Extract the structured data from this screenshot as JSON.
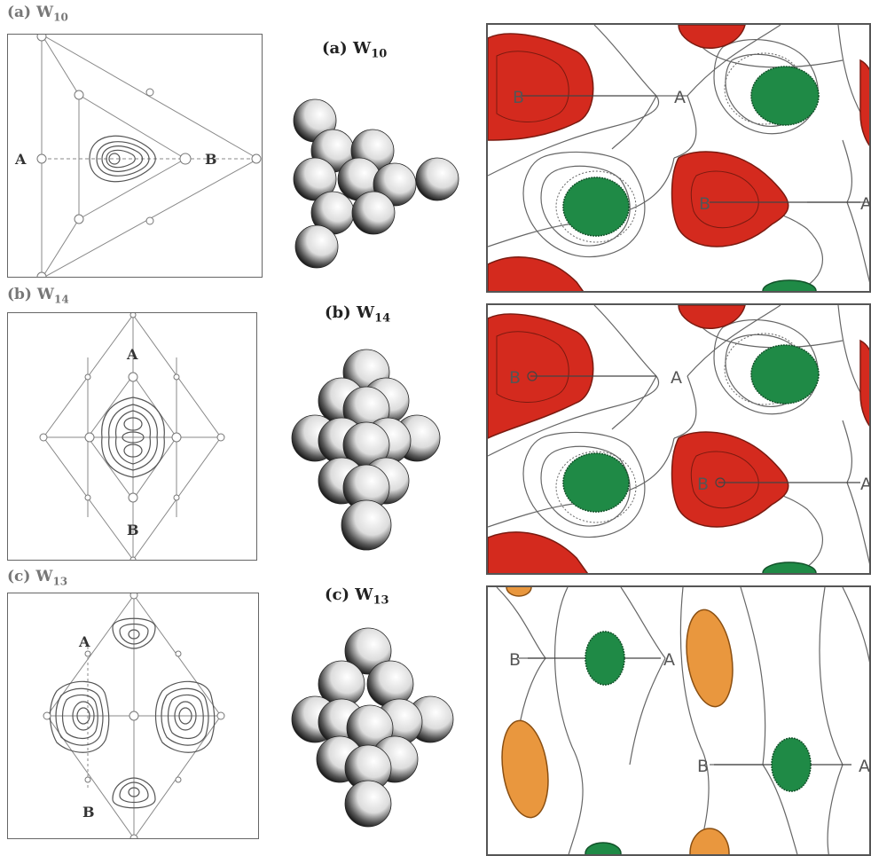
{
  "rows": [
    {
      "panel_label": "(a) W",
      "panel_sub": "10",
      "cluster_label": "(a) W",
      "cluster_sub": "10",
      "point_a": "A",
      "point_b": "B",
      "right_a1": "A",
      "right_b1": "B",
      "right_a2": "A",
      "right_b2": "B"
    },
    {
      "panel_label": "(b) W",
      "panel_sub": "14",
      "cluster_label": "(b) W",
      "cluster_sub": "14",
      "point_a": "A",
      "point_b": "B",
      "right_a1": "A",
      "right_b1": "B",
      "right_a2": "A",
      "right_b2": "B"
    },
    {
      "panel_label": "(c) W",
      "panel_sub": "13",
      "cluster_label": "(c) W",
      "cluster_sub": "13",
      "point_a": "A",
      "point_b": "B",
      "right_a1": "A",
      "right_b1": "B",
      "right_a2": "A",
      "right_b2": "B"
    }
  ],
  "colors": {
    "red_lobe": "#d42a1e",
    "green_lobe": "#1f8a46",
    "orange_lobe": "#e9973e",
    "contour": "#666666"
  }
}
